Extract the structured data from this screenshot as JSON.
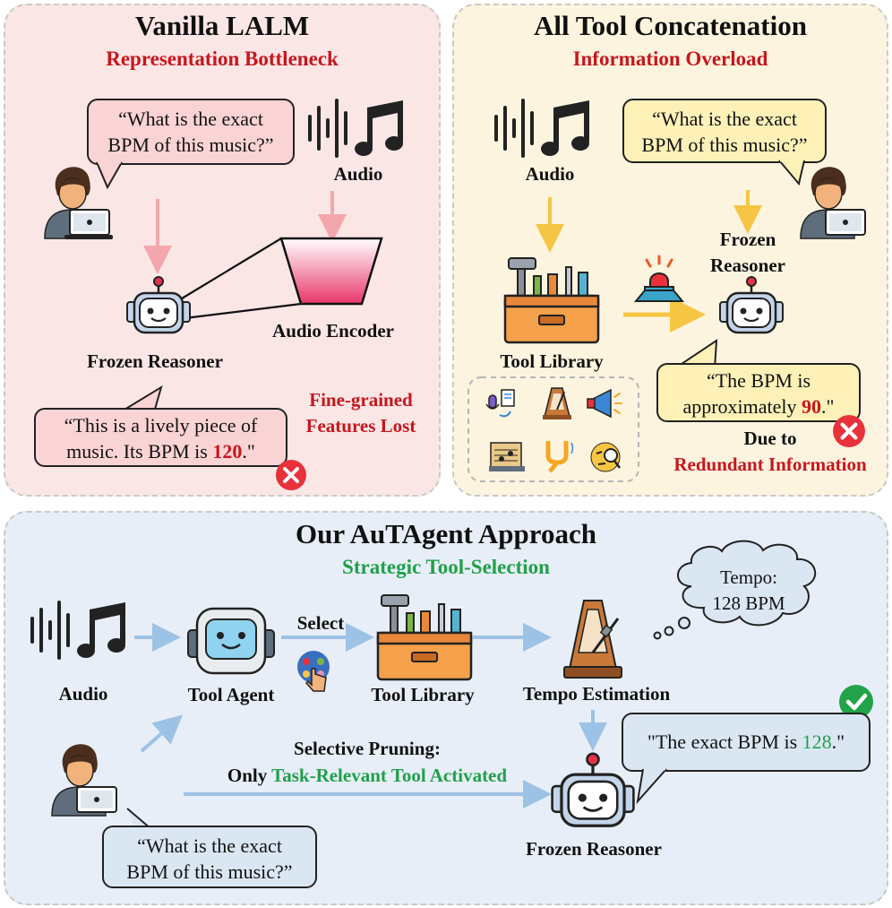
{
  "vanilla": {
    "title": "Vanilla LALM",
    "subtitle": "Representation Bottleneck",
    "question_line1": "“What is the exact",
    "question_line2": "BPM of this music?”",
    "audio_label": "Audio",
    "encoder_label": "Audio Encoder",
    "reasoner_label": "Frozen Reasoner",
    "answer_line1": "“This is a lively piece of",
    "answer_line2_prefix": "music. Its BPM is ",
    "answer_value": "120",
    "answer_line2_suffix": ".\"",
    "lost_line1": "Fine-grained",
    "lost_line2": "Features Lost"
  },
  "concat": {
    "title": "All Tool Concatenation",
    "subtitle": "Information Overload",
    "audio_label": "Audio",
    "question_line1": "“What is the exact",
    "question_line2": "BPM of this music?”",
    "reasoner_line1": "Frozen",
    "reasoner_line2": "Reasoner",
    "library_label": "Tool Library",
    "answer_line1": "“The BPM is",
    "answer_line2_prefix": "approximately ",
    "answer_value": "90",
    "answer_line2_suffix": ".\"",
    "due_line1": "Due to",
    "due_line2": "Redundant Information"
  },
  "ours": {
    "title": "Our AuTAgent Approach",
    "subtitle": "Strategic Tool-Selection",
    "audio_label": "Audio",
    "agent_label": "Tool Agent",
    "select_label": "Select",
    "library_label": "Tool Library",
    "tempo_label": "Tempo Estimation",
    "thought_line1": "Tempo:",
    "thought_line2": "128 BPM",
    "pruning_line1": "Selective Pruning:",
    "pruning_line2_prefix": "Only ",
    "pruning_line2_highlight": "Task-Relevant Tool Activated",
    "answer_prefix": "\"The exact BPM is ",
    "answer_value": "128",
    "answer_suffix": ".\"",
    "question_line1": "“What is the exact",
    "question_line2": "BPM of this music?”",
    "reasoner_label": "Frozen Reasoner"
  },
  "colors": {
    "panel_vanilla": "#fbe6e6",
    "panel_concat": "#fdf4df",
    "panel_ours": "#e7eef7",
    "accent_red": "#c8161d",
    "accent_green": "#21a04a",
    "arrow_pink": "#f3a7ad",
    "arrow_yellow": "#f6c543",
    "arrow_blue": "#9cc2e5"
  },
  "icons": [
    "user-laptop-icon",
    "waveform-icon",
    "music-note-icon",
    "robot-icon",
    "toolbox-icon",
    "metronome-icon",
    "alert-icon",
    "error-icon",
    "check-icon",
    "speech-to-text-icon",
    "megaphone-icon",
    "sheet-music-icon",
    "tuning-fork-icon",
    "detective-icon",
    "select-hand-icon"
  ]
}
